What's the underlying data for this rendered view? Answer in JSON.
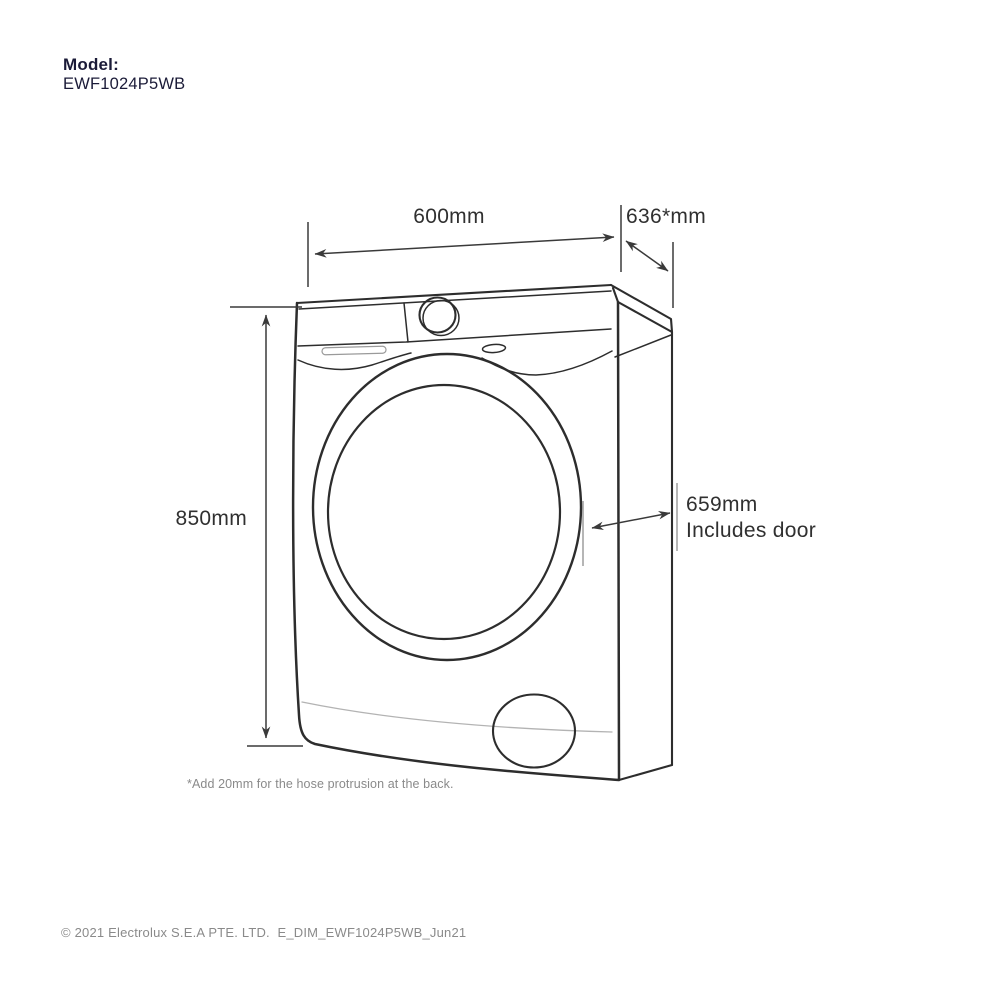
{
  "header": {
    "model_label": "Model:",
    "model_number": "EWF1024P5WB"
  },
  "dimensions": {
    "width": {
      "value": "600mm"
    },
    "depth": {
      "value": "636*mm"
    },
    "height": {
      "value": "850mm"
    },
    "door_depth": {
      "value": "659mm",
      "note": "Includes door"
    }
  },
  "footnote": "*Add 20mm for the hose protrusion at the back.",
  "footer": "© 2021 Electrolux S.E.A PTE. LTD.  E_DIM_EWF1024P5WB_Jun21",
  "diagram": {
    "subject": "front-load washing machine dimension drawing",
    "view": "three-quarter perspective line art"
  },
  "colors": {
    "background": "#ffffff",
    "line_ink": "#2d2d2d",
    "dimension_line": "#3a3a3a",
    "model_text": "#1b1b38",
    "muted_text": "#8a8a8a"
  }
}
